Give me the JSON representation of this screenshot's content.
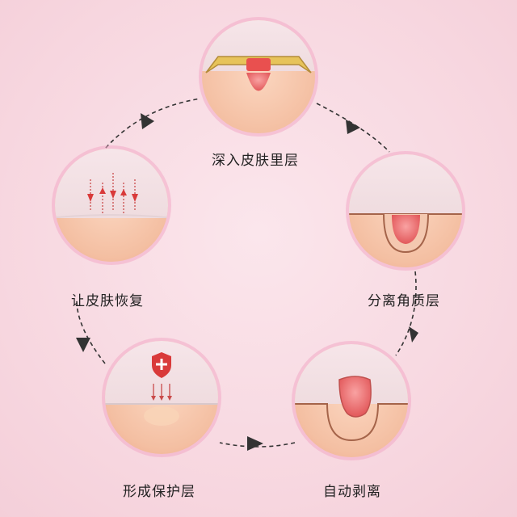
{
  "diagram": {
    "steps": [
      {
        "id": "step-1",
        "label": "深入皮肤里层"
      },
      {
        "id": "step-2",
        "label": "分离角质层"
      },
      {
        "id": "step-3",
        "label": "自动剥离"
      },
      {
        "id": "step-4",
        "label": "形成保护层"
      },
      {
        "id": "step-5",
        "label": "让皮肤恢复"
      }
    ],
    "colors": {
      "background": "#f8dde4",
      "skin": "#f6c6a6",
      "skin_top": "#f1e3e3",
      "lesion": "#e96b6b",
      "ring": "#f2a9c6",
      "arrow": "#333333",
      "shield": "#d93a3a"
    }
  }
}
